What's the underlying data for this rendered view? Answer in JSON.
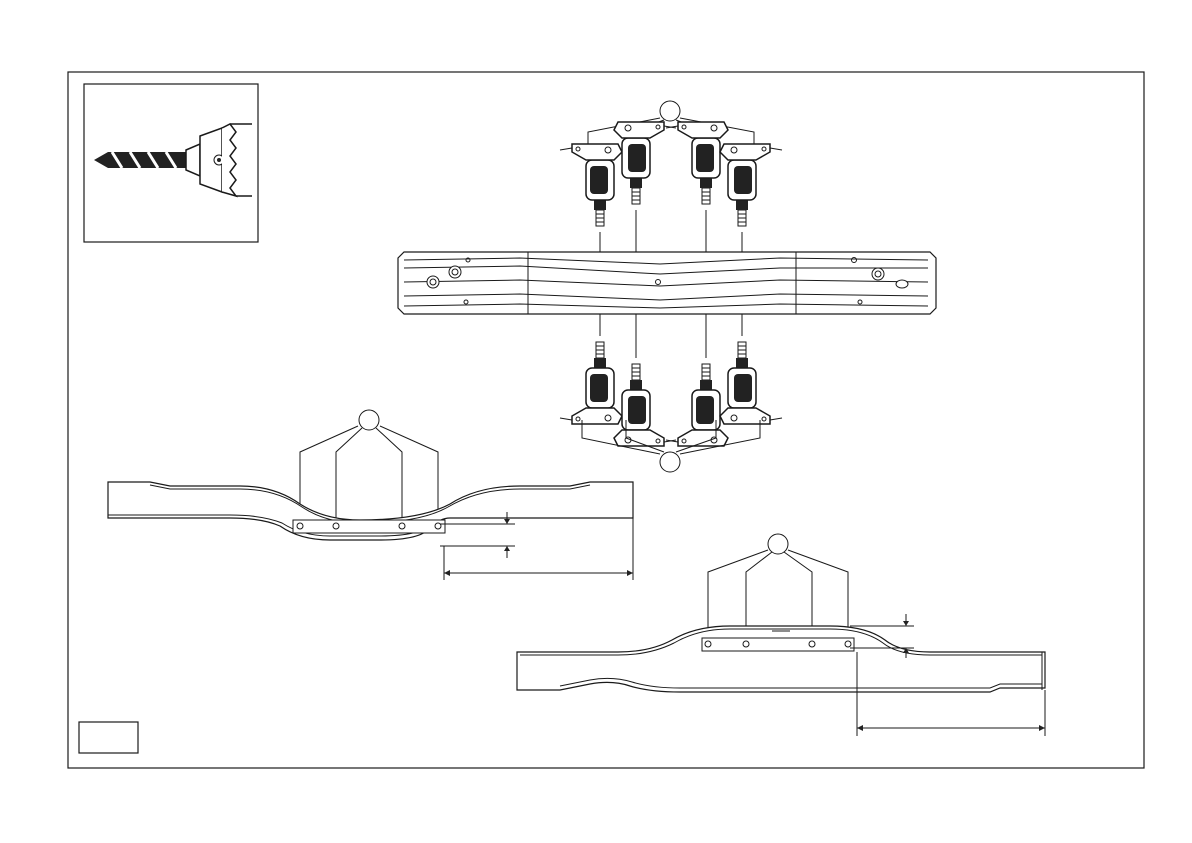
{
  "page": {
    "background": "#ffffff",
    "line_color": "#1a1a1a"
  },
  "detail": {
    "name": "drill-bit-detail",
    "icon": "drill-bit-in-chuck-icon"
  },
  "callouts": [
    "",
    "",
    "",
    ""
  ],
  "reference_box": {
    "label": ""
  },
  "views": {
    "top": {
      "name": "crossmember-drilling-view",
      "drills": 8,
      "icon": "power-drill-icon"
    },
    "left": {
      "name": "left-side-rail-hole-pattern",
      "holes": 4
    },
    "right": {
      "name": "right-side-rail-hole-pattern",
      "holes": 4
    }
  }
}
